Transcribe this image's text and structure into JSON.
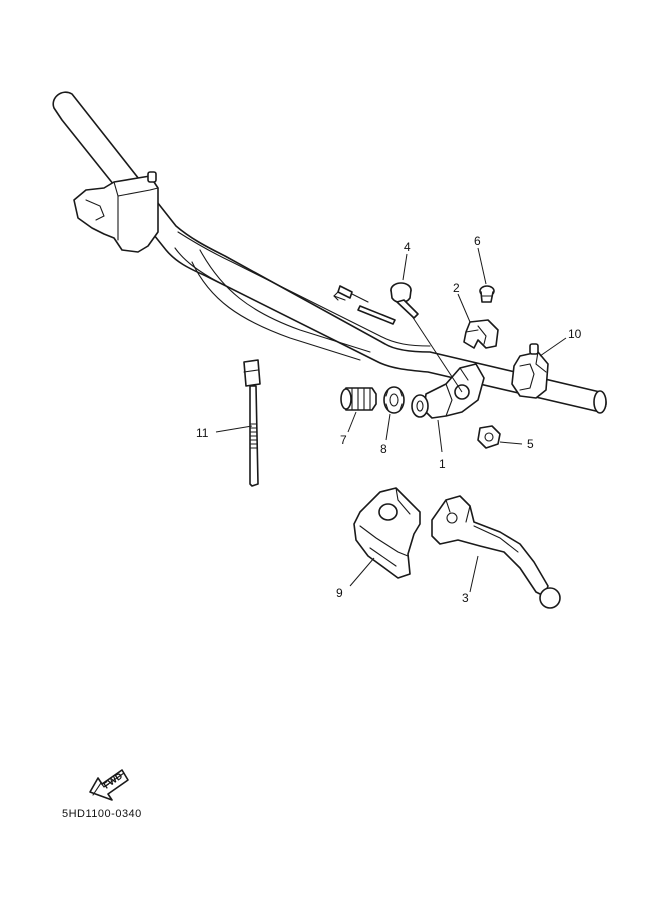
{
  "diagram": {
    "callouts": [
      {
        "id": "1",
        "label": "1"
      },
      {
        "id": "2",
        "label": "2"
      },
      {
        "id": "3",
        "label": "3"
      },
      {
        "id": "4",
        "label": "4"
      },
      {
        "id": "5",
        "label": "5"
      },
      {
        "id": "6",
        "label": "6"
      },
      {
        "id": "7",
        "label": "7"
      },
      {
        "id": "8",
        "label": "8"
      },
      {
        "id": "9",
        "label": "9"
      },
      {
        "id": "10",
        "label": "10"
      },
      {
        "id": "11",
        "label": "11"
      }
    ],
    "fwd_label": "FWD",
    "drawing_code": "5HD1100-0340",
    "colors": {
      "line": "#1a1a1a",
      "background": "#ffffff"
    },
    "icons": {
      "forward_arrow": "fwd-arrow-icon"
    }
  }
}
